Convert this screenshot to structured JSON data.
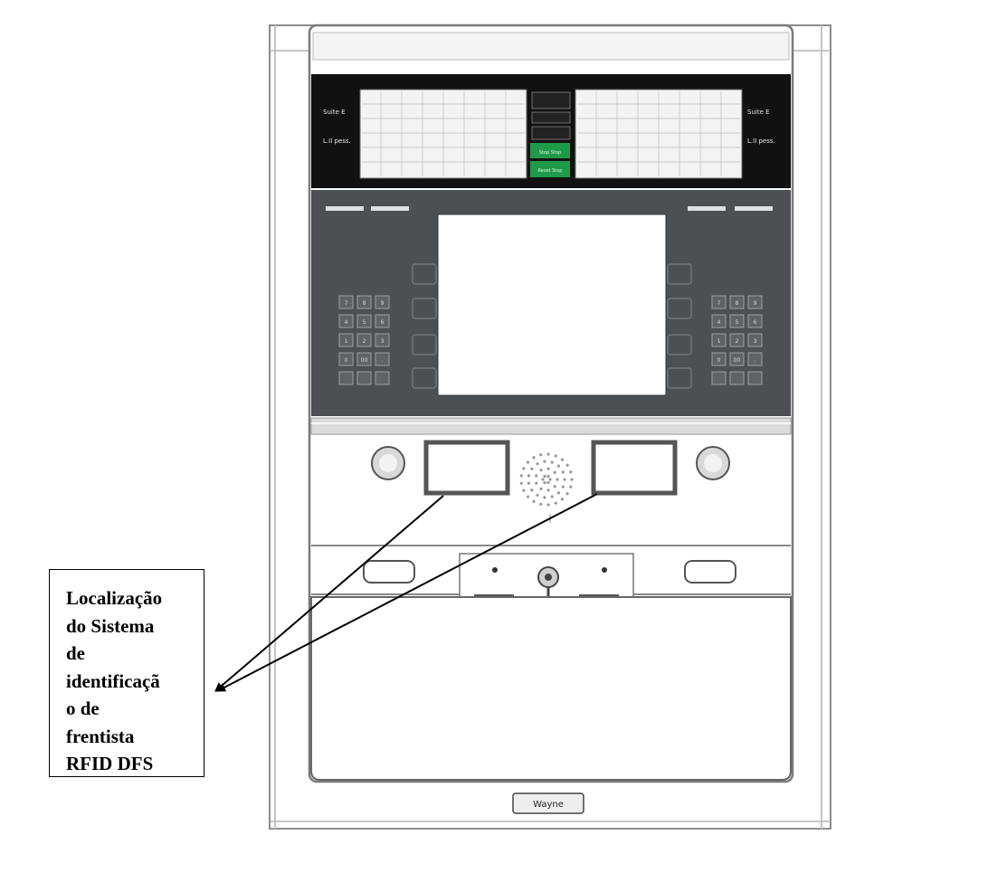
{
  "callout": {
    "text": "Localização\ndo Sistema\nde\nidentificaçã\no de\nfrentista\nRFID DFS"
  },
  "top_panel": {
    "left_labels": [
      "Suite E",
      "L.II pess."
    ],
    "right_labels": [
      "Suite E",
      "L.II pess."
    ],
    "center_buttons": [
      "Stop  Stop",
      "Reset  Stop"
    ]
  },
  "brand": {
    "label": "Wayne"
  },
  "keypad_left": [
    "7",
    "8",
    "9",
    "4",
    "5",
    "6",
    "1",
    "2",
    "3",
    "0",
    "00",
    "."
  ],
  "keypad_right": [
    "7",
    "8",
    "9",
    "4",
    "5",
    "6",
    "1",
    "2",
    "3",
    "0",
    "00",
    "."
  ],
  "colors": {
    "frame": "#9a9a9a",
    "display_bg": "#111111",
    "keypad_panel": "#4a5054",
    "screen": "#ffffff",
    "green_button": "#1f9a4a",
    "rfid_box_border": "#555555",
    "arrow": "#000000"
  }
}
